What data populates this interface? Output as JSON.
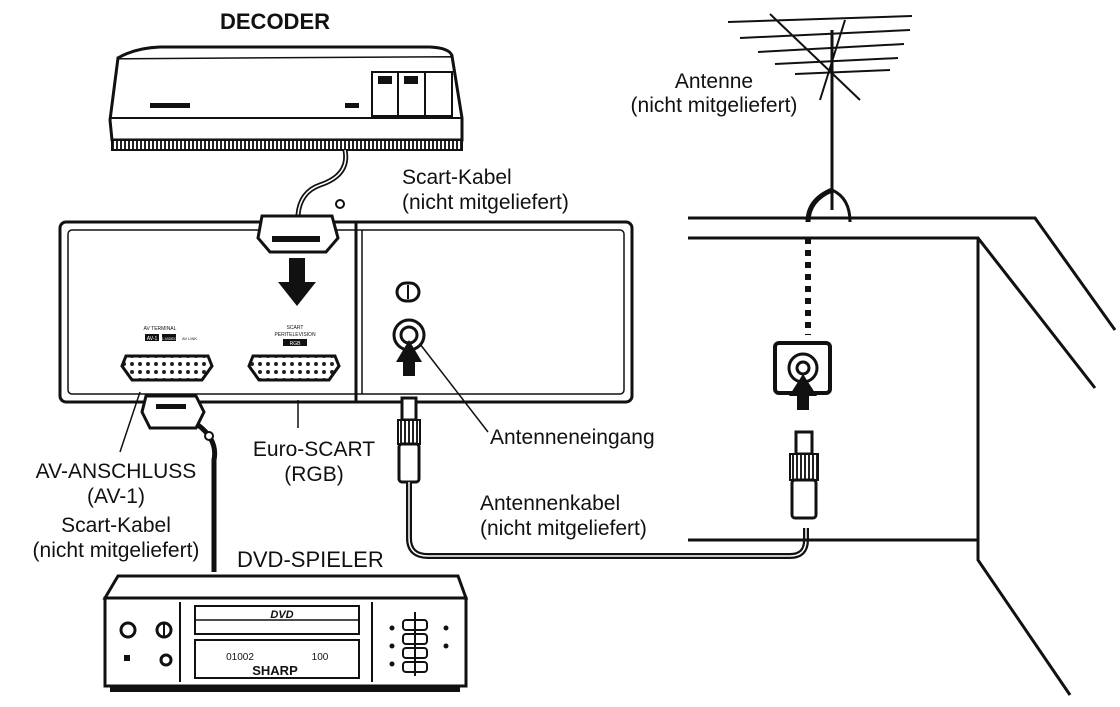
{
  "labels": {
    "decoder": "DECODER",
    "scart_cable_top_1": "Scart-Kabel",
    "scart_cable_top_2": "(nicht mitgeliefert)",
    "antenna_1": "Antenne",
    "antenna_2": "(nicht mitgeliefert)",
    "antenna_input": "Antenneneingang",
    "euro_scart_1": "Euro-SCART",
    "euro_scart_2": "(RGB)",
    "av_anschluss_1": "AV-ANSCHLUSS",
    "av_anschluss_2": "(AV-1)",
    "scart_cable_left_1": "Scart-Kabel",
    "scart_cable_left_2": "(nicht mitgeliefert)",
    "antenna_cable_1": "Antennenkabel",
    "antenna_cable_2": "(nicht mitgeliefert)",
    "dvd_player": "DVD-SPIELER"
  },
  "panel_markings": {
    "av_terminal": "AV TERMINAL",
    "av1": "AV-1",
    "svideo": "S-VIDEO",
    "av_link": "AV LINK",
    "scart": "SCART",
    "peritelevision": "PERITELEVISION",
    "rgb": "RGB"
  },
  "dvd_markings": {
    "brand": "SHARP",
    "dvd_logo": "DVD",
    "display_left": "01002",
    "display_right": "100"
  }
}
